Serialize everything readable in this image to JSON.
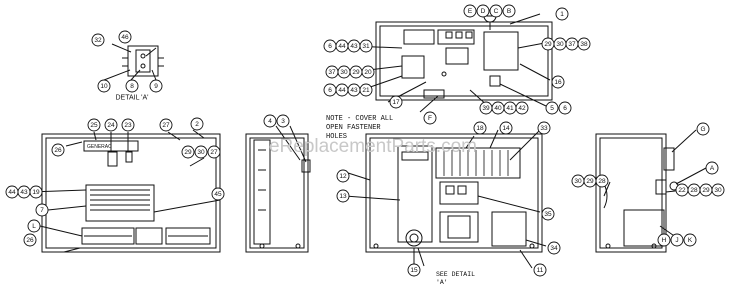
{
  "watermark": "eReplacementParts.com",
  "note": [
    "NOTE - COVER ALL",
    "OPEN FASTENER",
    "HOLES"
  ],
  "detail_a_caption": "DETAIL 'A'",
  "see_detail": [
    "SEE DETAIL",
    "'A'"
  ],
  "panel_brand": "GENERAC",
  "callouts": {
    "c32": "32",
    "c46": "46",
    "c10": "10",
    "c8": "8",
    "c9": "9",
    "c26a": "26",
    "c25": "25",
    "c24": "24",
    "c23": "23",
    "c27a": "27",
    "c2": "2",
    "c29a": "29",
    "c30a": "30",
    "c27b": "27",
    "c44": "44",
    "c43a": "43",
    "c19": "19",
    "c7": "7",
    "cL": "L",
    "c26b": "26",
    "c45": "45",
    "c4": "4",
    "c3": "3",
    "cE": "E",
    "cD": "D",
    "cC": "C",
    "cB": "B",
    "c1": "1",
    "c6a": "6",
    "c44b": "44",
    "c43b": "43",
    "c31": "31",
    "c29b": "29",
    "c30b": "30",
    "c37a": "37",
    "c38": "38",
    "c37b": "37",
    "c30c": "30",
    "c29c": "29",
    "c20": "20",
    "c6b": "6",
    "c44c": "44",
    "c43c": "43",
    "c21": "21",
    "c16": "16",
    "c17": "17",
    "cF": "F",
    "c39": "39",
    "c40": "40",
    "c41": "41",
    "c42": "42",
    "c5": "5",
    "c6c": "6",
    "c12": "12",
    "c18": "18",
    "c14": "14",
    "c33": "33",
    "c13": "13",
    "c35": "35",
    "c34": "34",
    "c11": "11",
    "c15": "15",
    "cG": "G",
    "cA": "A",
    "c30d": "30",
    "c29d": "29",
    "c28a": "28",
    "c22": "22",
    "c28b": "28",
    "c29e": "29",
    "c30e": "30",
    "cH": "H",
    "cJ": "J",
    "cK": "K"
  }
}
